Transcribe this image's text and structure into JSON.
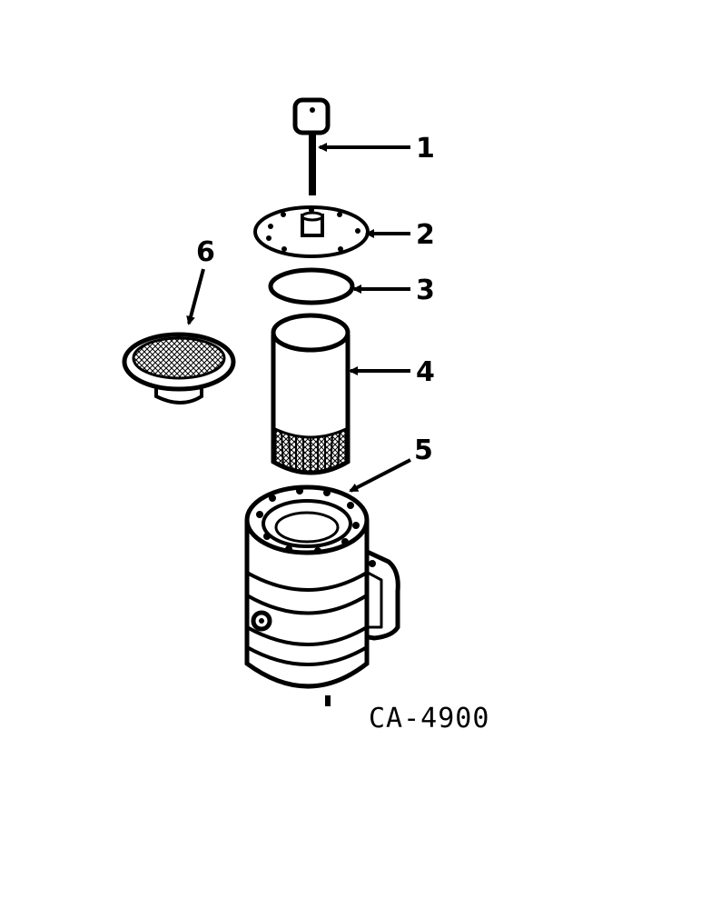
{
  "diagram": {
    "part_code": "CA-4900",
    "callouts": [
      {
        "label": "1",
        "part": "dipstick-handle"
      },
      {
        "label": "2",
        "part": "cover-plate"
      },
      {
        "label": "3",
        "part": "o-ring"
      },
      {
        "label": "4",
        "part": "filter-element"
      },
      {
        "label": "5",
        "part": "housing"
      },
      {
        "label": "6",
        "part": "strainer-cap"
      }
    ]
  }
}
